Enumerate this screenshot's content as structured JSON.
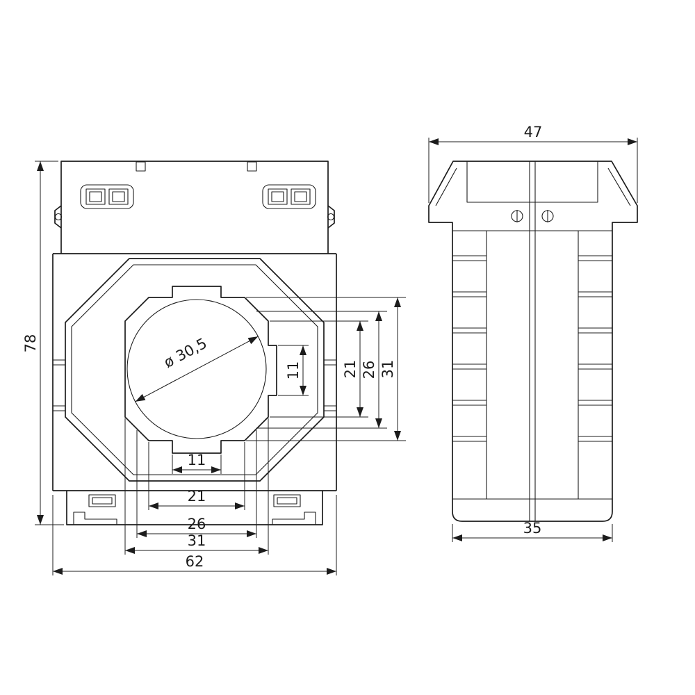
{
  "colors": {
    "line": "#1c1c1c",
    "background": "#ffffff"
  },
  "front_view": {
    "dim_overall_height": "78",
    "dim_overall_width": "62",
    "dim_width_31": "31",
    "dim_width_26": "26",
    "dim_width_21": "21",
    "dim_width_11": "11",
    "dim_height_31": "31",
    "dim_height_26": "26",
    "dim_height_21": "21",
    "dim_height_11": "11",
    "dim_diameter": "ø 30,5"
  },
  "side_view": {
    "dim_top_width": "47",
    "dim_bottom_width": "35"
  }
}
